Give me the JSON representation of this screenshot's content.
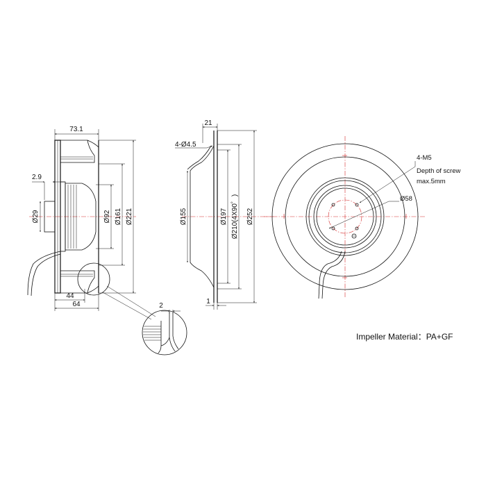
{
  "dimensions": {
    "side": {
      "overall_depth": "73.1",
      "hub_offset": "2.9",
      "shaft_dia": "Ø29",
      "hub_dia": "Ø92",
      "motor_dia": "Ø161",
      "inlet_dia": "Ø221",
      "depth_inner": "44",
      "depth_outer": "64"
    },
    "detail": {
      "gap": "2"
    },
    "section": {
      "flange_thickness": "21",
      "mount_holes": "4-Ø4.5",
      "dia_155": "Ø155",
      "dia_197": "Ø197",
      "bolt_circle": "Ø210(4X90゜)",
      "outer_dia": "Ø252",
      "plate_thickness": "1"
    },
    "front": {
      "screw_spec": "4-M5",
      "screw_depth_line1": "Depth of screw",
      "screw_depth_line2": "max.5mm",
      "hub_circle": "Ø58"
    }
  },
  "material_note": "Impeller Material：PA+GF"
}
